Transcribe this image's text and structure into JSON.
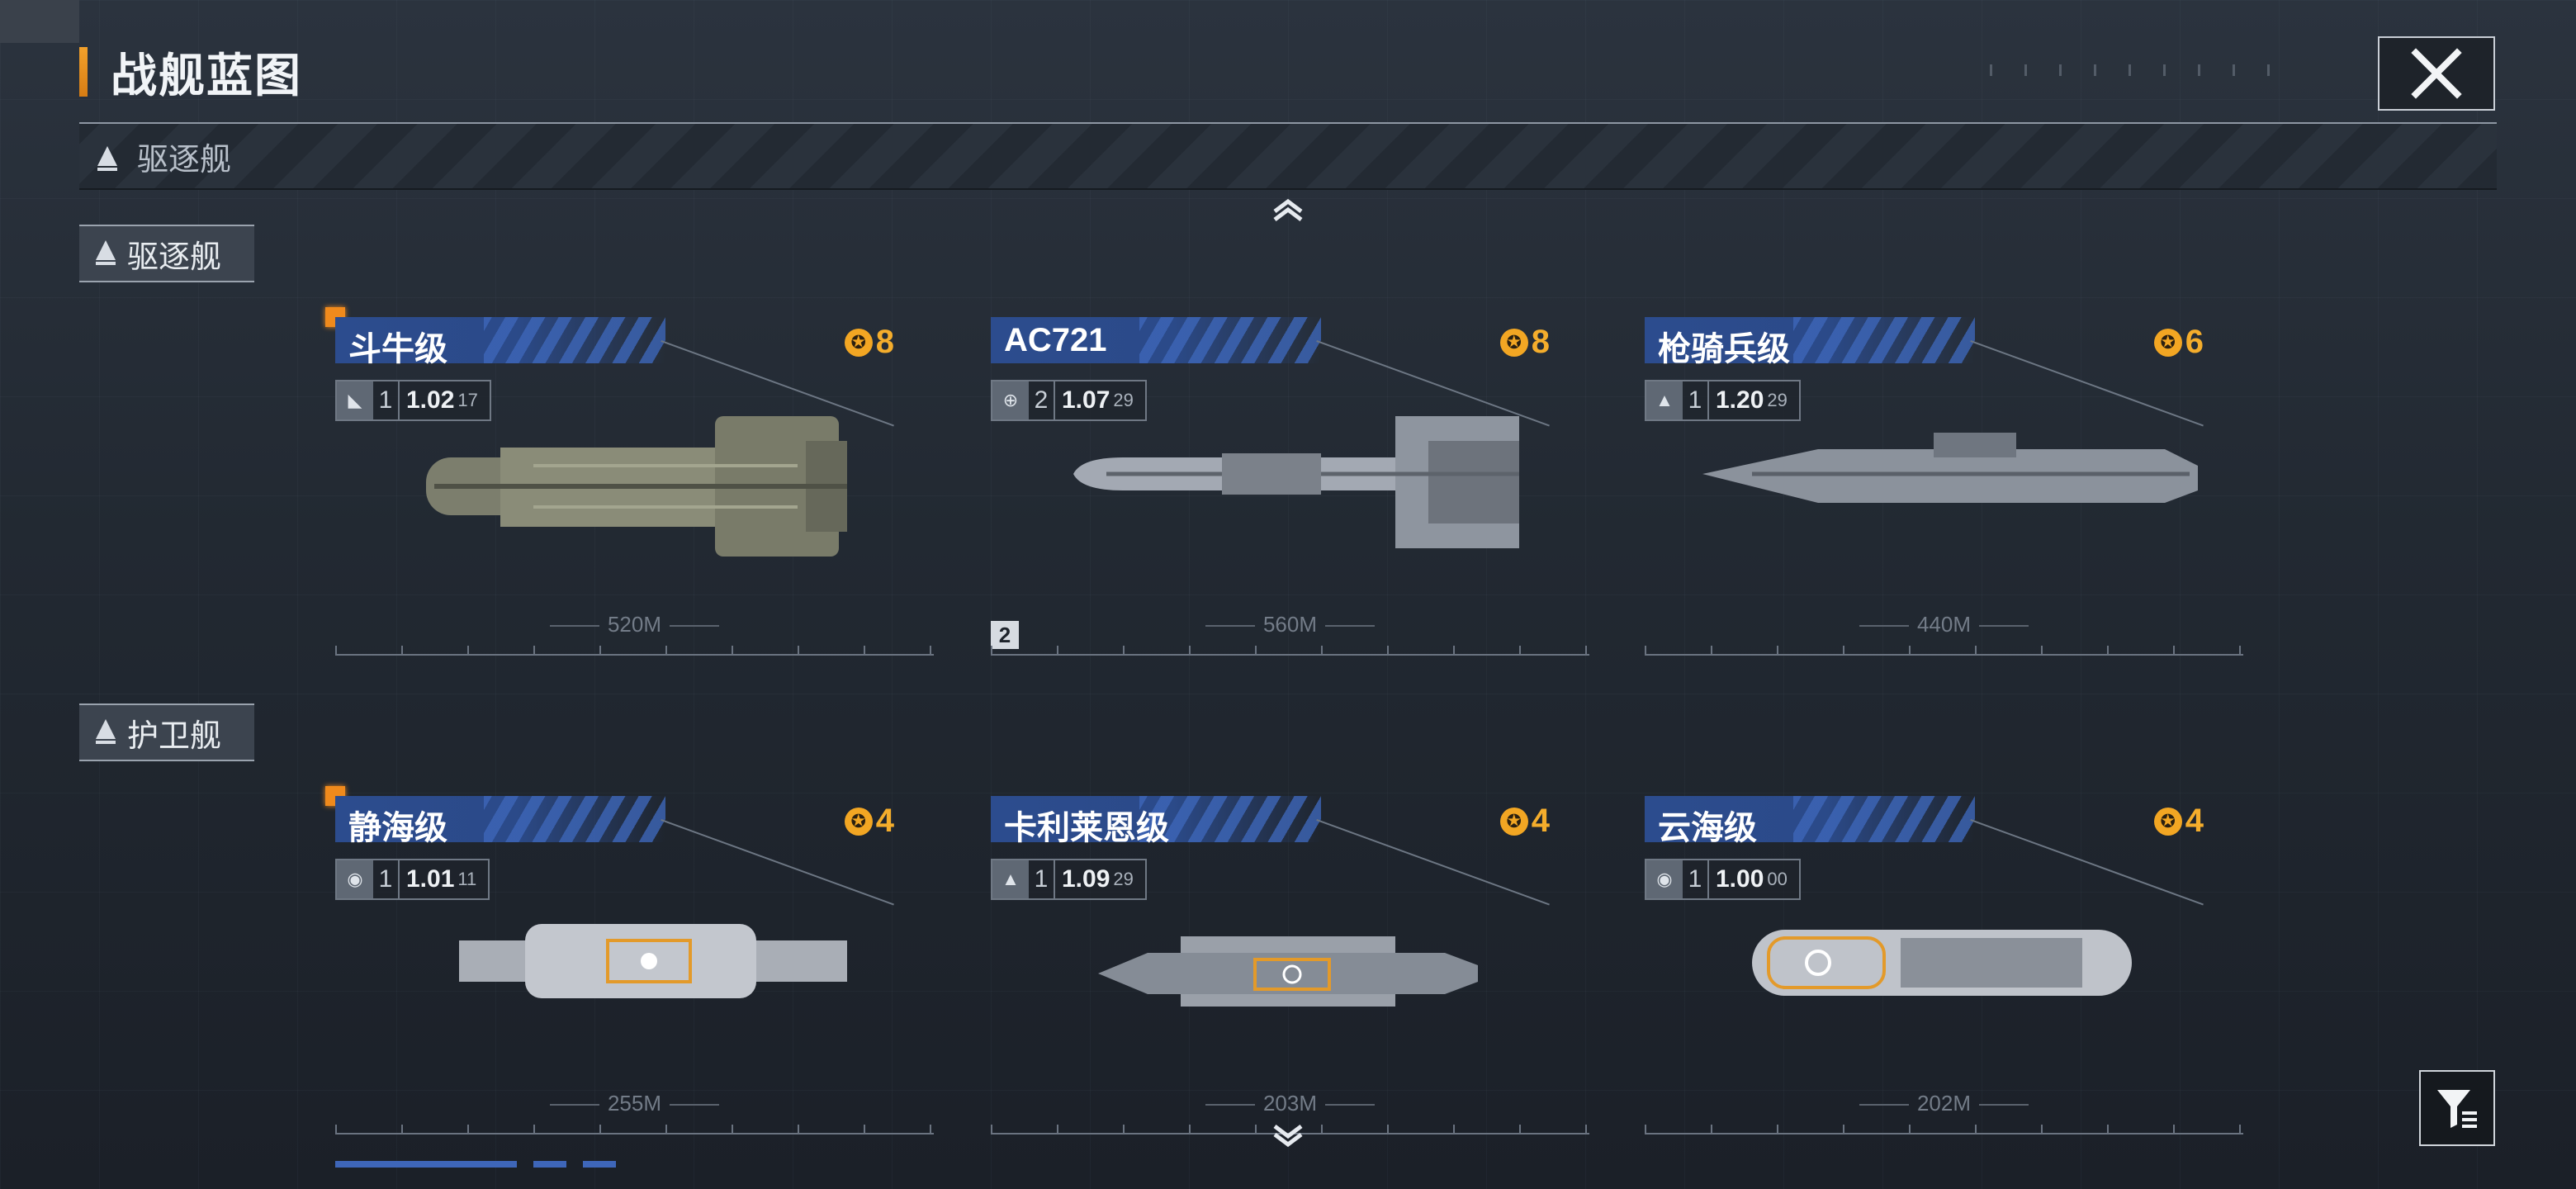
{
  "page": {
    "title": "战舰蓝图"
  },
  "category_bar": {
    "label": "驱逐舰"
  },
  "sections": [
    {
      "label": "驱逐舰",
      "ships": [
        {
          "name": "斗牛级",
          "cost": "8",
          "stat_icon": "destroyer-class-icon",
          "tier": "1",
          "version": "1.02",
          "version_sub": "17",
          "length": "520M",
          "selected": true
        },
        {
          "name": "AC721",
          "cost": "8",
          "stat_icon": "globe-icon",
          "tier": "2",
          "version": "1.07",
          "version_sub": "29",
          "length": "560M",
          "badge": "2",
          "selected": false
        },
        {
          "name": "枪骑兵级",
          "cost": "6",
          "stat_icon": "rocket-icon",
          "tier": "1",
          "version": "1.20",
          "version_sub": "29",
          "length": "440M",
          "selected": false
        }
      ]
    },
    {
      "label": "护卫舰",
      "ships": [
        {
          "name": "静海级",
          "cost": "4",
          "stat_icon": "frigate-class-icon",
          "tier": "1",
          "version": "1.01",
          "version_sub": "11",
          "length": "255M",
          "selected": true
        },
        {
          "name": "卡利莱恩级",
          "cost": "4",
          "stat_icon": "rocket-icon",
          "tier": "1",
          "version": "1.09",
          "version_sub": "29",
          "length": "203M",
          "selected": false
        },
        {
          "name": "云海级",
          "cost": "4",
          "stat_icon": "frigate-class-icon",
          "tier": "1",
          "version": "1.00",
          "version_sub": "00",
          "length": "202M",
          "selected": false
        }
      ]
    }
  ],
  "icons": {
    "close": "close-icon",
    "filter": "filter-icon",
    "scroll_up": "chevron-up-icon",
    "scroll_down": "chevron-down-icon",
    "cost": "cost-emblem-icon"
  },
  "colors": {
    "accent_orange": "#f08a1c",
    "cost_gold": "#f4ad2c",
    "name_bar_blue": "#2c4c8e",
    "background": "#222932"
  }
}
